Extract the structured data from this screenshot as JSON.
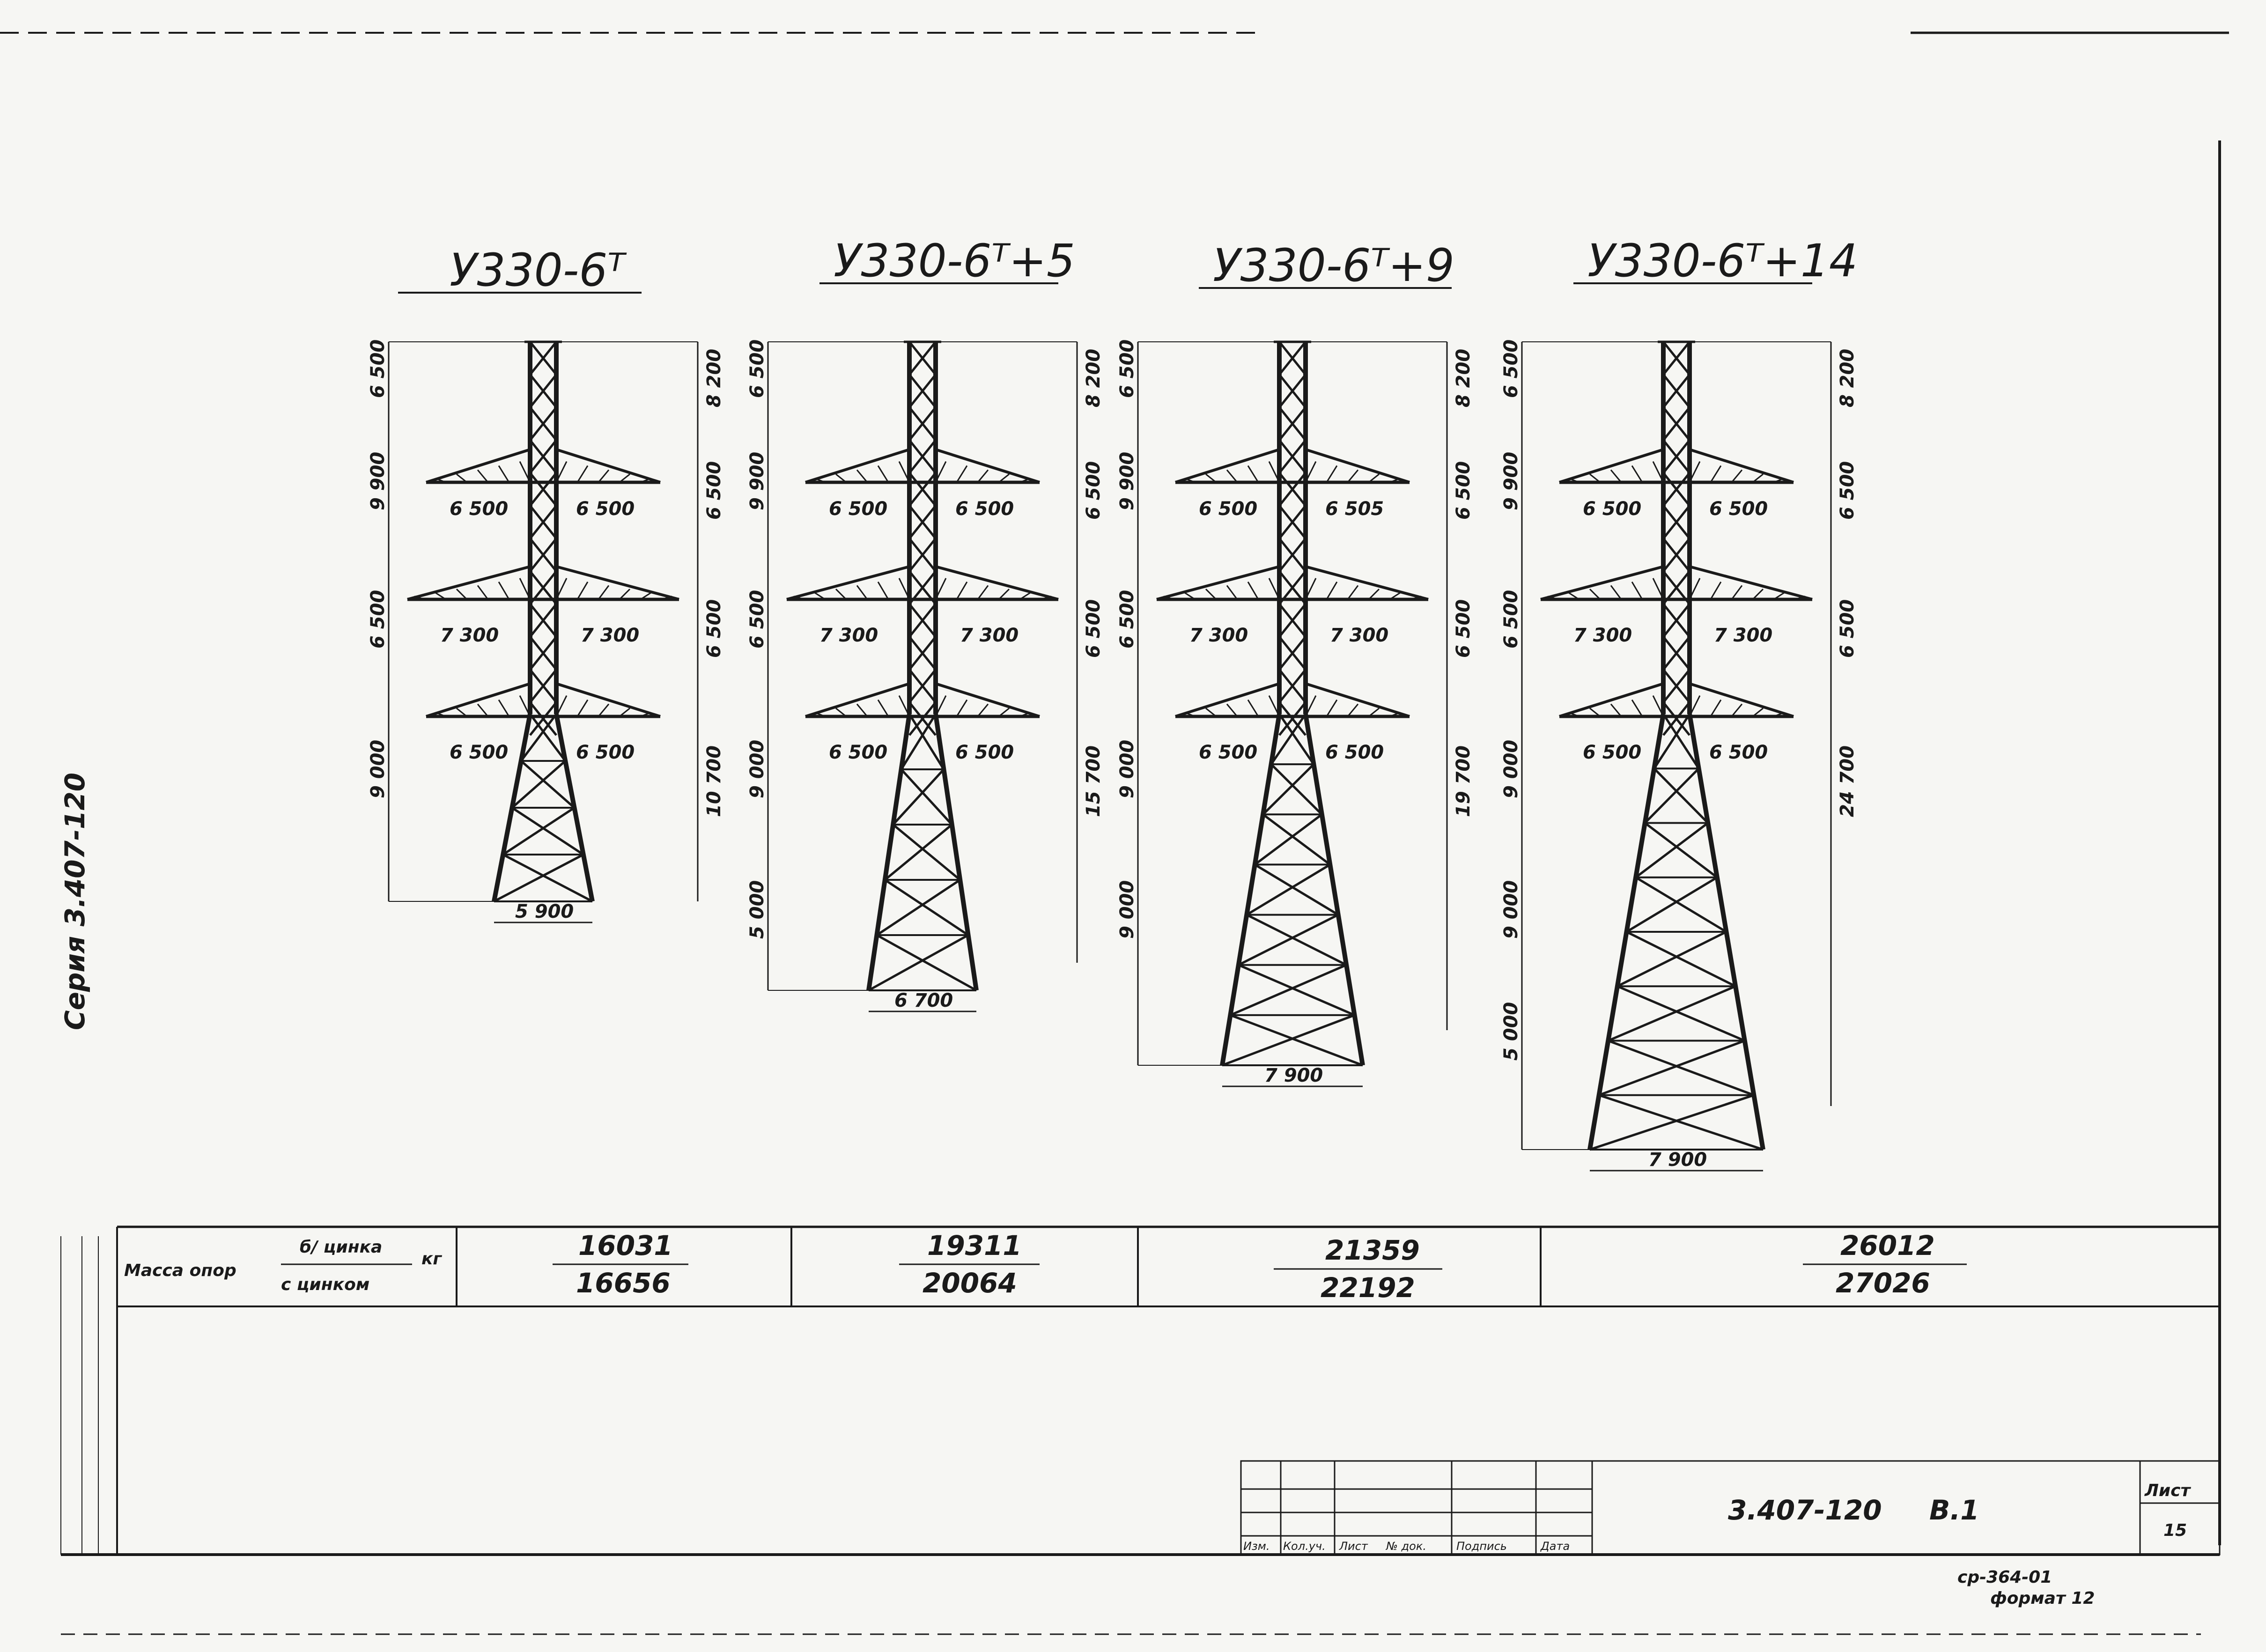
{
  "drawing": {
    "towers": [
      {
        "title": "У330-6ᵀ",
        "left_dims": [
          "6 500",
          "9 900",
          "6 500",
          "9 000"
        ],
        "right_dims": [
          "8 200",
          "6 500",
          "6 500",
          "10 700"
        ],
        "arm_top": [
          "6 500",
          "6 500"
        ],
        "arm_mid": [
          "7 300",
          "7 300"
        ],
        "arm_bot": [
          "6 500",
          "6 500"
        ],
        "base_width": "5 900",
        "mass_top": "16031",
        "mass_bottom": "16656"
      },
      {
        "title": "У330-6ᵀ+5",
        "left_dims": [
          "6 500",
          "9 900",
          "6 500",
          "9 000",
          "5 000"
        ],
        "right_dims": [
          "8 200",
          "6 500",
          "6 500",
          "15 700"
        ],
        "arm_top": [
          "6 500",
          "6 500"
        ],
        "arm_mid": [
          "7 300",
          "7 300"
        ],
        "arm_bot": [
          "6 500",
          "6 500"
        ],
        "base_width": "6 700",
        "mass_top": "19311",
        "mass_bottom": "20064"
      },
      {
        "title": "У330-6ᵀ+9",
        "left_dims": [
          "6 500",
          "9 900",
          "6 500",
          "9 000",
          "9 000"
        ],
        "right_dims": [
          "8 200",
          "6 500",
          "6 500",
          "19 700"
        ],
        "arm_top": [
          "6 500",
          "6 505"
        ],
        "arm_mid": [
          "7 300",
          "7 300"
        ],
        "arm_bot": [
          "6 500",
          "6 500"
        ],
        "base_width": "7 900",
        "mass_top": "21359",
        "mass_bottom": "22192"
      },
      {
        "title": "У330-6ᵀ+14",
        "left_dims": [
          "6 500",
          "9 900",
          "6 500",
          "9 000",
          "9 000",
          "5 000"
        ],
        "right_dims": [
          "8 200",
          "6 500",
          "6 500",
          "24 700"
        ],
        "arm_top": [
          "6 500",
          "6 500"
        ],
        "arm_mid": [
          "7 300",
          "7 300"
        ],
        "arm_bot": [
          "6 500",
          "6 500"
        ],
        "base_width": "7 900",
        "mass_top": "26012",
        "mass_bottom": "27026"
      }
    ],
    "mass_label_top": "б/ цинка",
    "mass_label_left": "Масса опор",
    "mass_label_bottom": "с цинком",
    "mass_unit": "кг",
    "side_note": "Серия 3.407-120",
    "stamp": {
      "doc_number": "3.407-120",
      "section": "В.1",
      "sheet_label": "Лист",
      "sheet_number": "15",
      "cols": [
        "Изм.",
        "Кол.уч.",
        "Лист",
        "№ док.",
        "Подпись",
        "Дата"
      ],
      "footer_code": "ср-364-01",
      "footer_format": "формат 12"
    }
  },
  "colors": {
    "ink": "#1a1a1a",
    "paper": "#f6f6f3"
  }
}
